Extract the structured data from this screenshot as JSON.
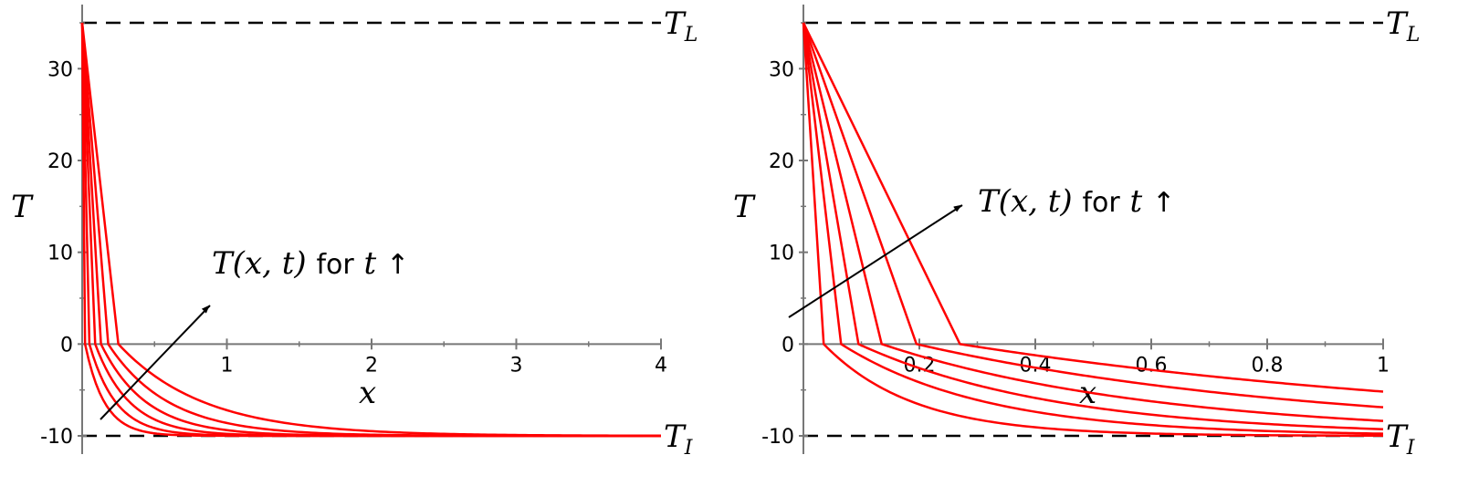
{
  "chart_data": [
    {
      "type": "line",
      "title": "",
      "xlabel": "x",
      "ylabel": "T",
      "xlim": [
        0,
        4
      ],
      "ylim": [
        -10,
        35
      ],
      "xticks": [
        "1",
        "2",
        "3",
        "4"
      ],
      "yticks": [
        "-10",
        "0",
        "10",
        "20",
        "30"
      ],
      "colors": {
        "curve": "#ff0000",
        "reference": "#000000"
      },
      "reference_lines": [
        {
          "label_main": "T",
          "label_sub": "L",
          "y": 35
        },
        {
          "label_main": "T",
          "label_sub": "I",
          "y": -10
        }
      ],
      "annotation": {
        "math": "T(x, t)",
        "word": "for",
        "var": "t",
        "arrow": "↑"
      },
      "series": [
        {
          "front": 0.02,
          "rate": 7.5
        },
        {
          "front": 0.05,
          "rate": 5.5
        },
        {
          "front": 0.09,
          "rate": 4.2
        },
        {
          "front": 0.13,
          "rate": 3.2
        },
        {
          "front": 0.18,
          "rate": 2.4
        },
        {
          "front": 0.25,
          "rate": 1.7
        }
      ]
    },
    {
      "type": "line",
      "title": "",
      "xlabel": "x",
      "ylabel": "T",
      "xlim": [
        0,
        1
      ],
      "ylim": [
        -10,
        35
      ],
      "xticks": [
        "0.2",
        "0.4",
        "0.6",
        "0.8",
        "1"
      ],
      "yticks": [
        "-10",
        "0",
        "10",
        "20",
        "30"
      ],
      "colors": {
        "curve": "#ff0000",
        "reference": "#000000"
      },
      "reference_lines": [
        {
          "label_main": "T",
          "label_sub": "L",
          "y": 35
        },
        {
          "label_main": "T",
          "label_sub": "I",
          "y": -10
        }
      ],
      "annotation": {
        "math": "T(x, t)",
        "word": "for",
        "var": "t",
        "arrow": "↑"
      },
      "series": [
        {
          "front": 0.035,
          "rate": 6.5
        },
        {
          "front": 0.065,
          "rate": 4.0
        },
        {
          "front": 0.095,
          "rate": 2.9
        },
        {
          "front": 0.135,
          "rate": 2.1
        },
        {
          "front": 0.195,
          "rate": 1.45
        },
        {
          "front": 0.27,
          "rate": 1.0
        }
      ]
    }
  ]
}
